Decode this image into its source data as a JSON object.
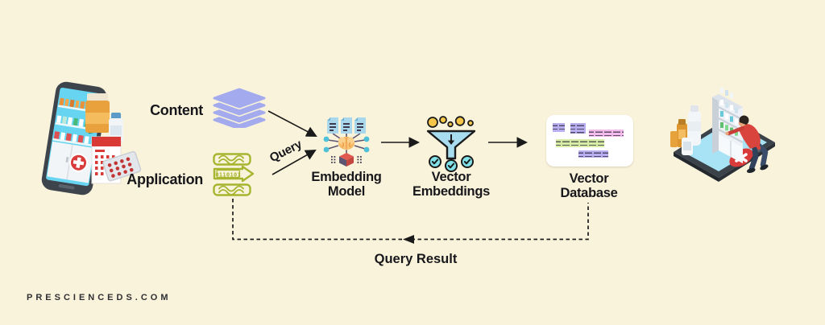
{
  "branding": {
    "watermark": "PRESCIENCEDS.COM"
  },
  "palette": {
    "background": "#FAF3DB",
    "text": "#17171B",
    "arrow_line": "#1A1A1A",
    "content_layers_purple": "#A3AAED",
    "application_green": "#A6B52F",
    "document_blue": "#A9D7EB",
    "brain_orange": "#F7B964",
    "cube_red": "#E0584E",
    "cube_purple": "#5C5470",
    "node_teal": "#4EC0D8",
    "funnel_blue": "#A8DDEF",
    "dot_yellow": "#F5C64A",
    "check_teal": "#83E3EB",
    "db_block_purple": "#B9AFF0",
    "db_block_pink": "#F3BBEB",
    "db_block_green": "#D8ECA6",
    "phone_body_dark": "#3E444C",
    "phone_screen_cyan": "#69D6F2",
    "badge_red": "#D93A3A",
    "person_shirt_red": "#D9453C"
  },
  "diagram": {
    "inputs": {
      "content": {
        "label": "Content",
        "icon": "layers-stack-icon"
      },
      "application": {
        "label": "Application",
        "icon": "binary-data-arrow-icon",
        "binary_text": "0110101"
      }
    },
    "stages": {
      "embedding_model": {
        "line1": "Embedding",
        "line2": "Model",
        "icon": "embedding-model-icon"
      },
      "vector_embeddings": {
        "line1": "Vector",
        "line2": "Embeddings",
        "icon": "vector-funnel-icon"
      },
      "vector_database": {
        "line1": "Vector",
        "line2": "Database",
        "icon": "vector-database-icon"
      }
    },
    "edges": {
      "content_to_model": {
        "label": ""
      },
      "query": {
        "label": "Query"
      },
      "query_result": {
        "label": "Query Result",
        "style": "dashed"
      }
    },
    "illustrations": {
      "left": "pharmacy-phone-with-medicines",
      "right": "customer-browsing-pharmacy-app"
    }
  }
}
